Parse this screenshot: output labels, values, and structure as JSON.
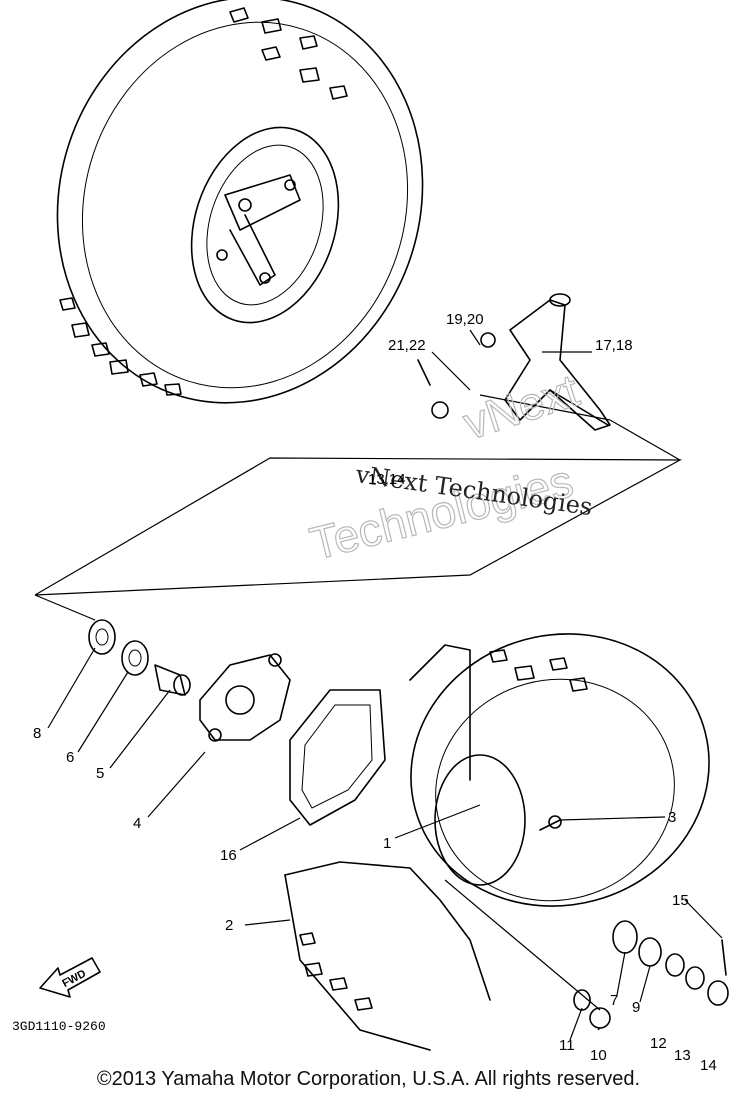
{
  "labels": {
    "p1": "1",
    "p2": "2",
    "p3": "3",
    "p4": "4",
    "p5": "5",
    "p6": "6",
    "p7": "7",
    "p8": "8",
    "p9": "9",
    "p10": "10",
    "p11": "11",
    "p12": "12",
    "p13": "13",
    "p14": "14",
    "p15": "15",
    "p16": "16",
    "p17_18": "17,18",
    "p19_20": "19,20",
    "p21_22": "21,22",
    "p13_14": "13,14"
  },
  "fwd_label": "FWD",
  "diagram_code": "3GD1110-9260",
  "watermark": {
    "line1": "vNext",
    "line2": "Technologies",
    "overlay": "vNext Technologies"
  },
  "footer": "©2013 Yamaha Motor Corporation, U.S.A. All rights reserved."
}
